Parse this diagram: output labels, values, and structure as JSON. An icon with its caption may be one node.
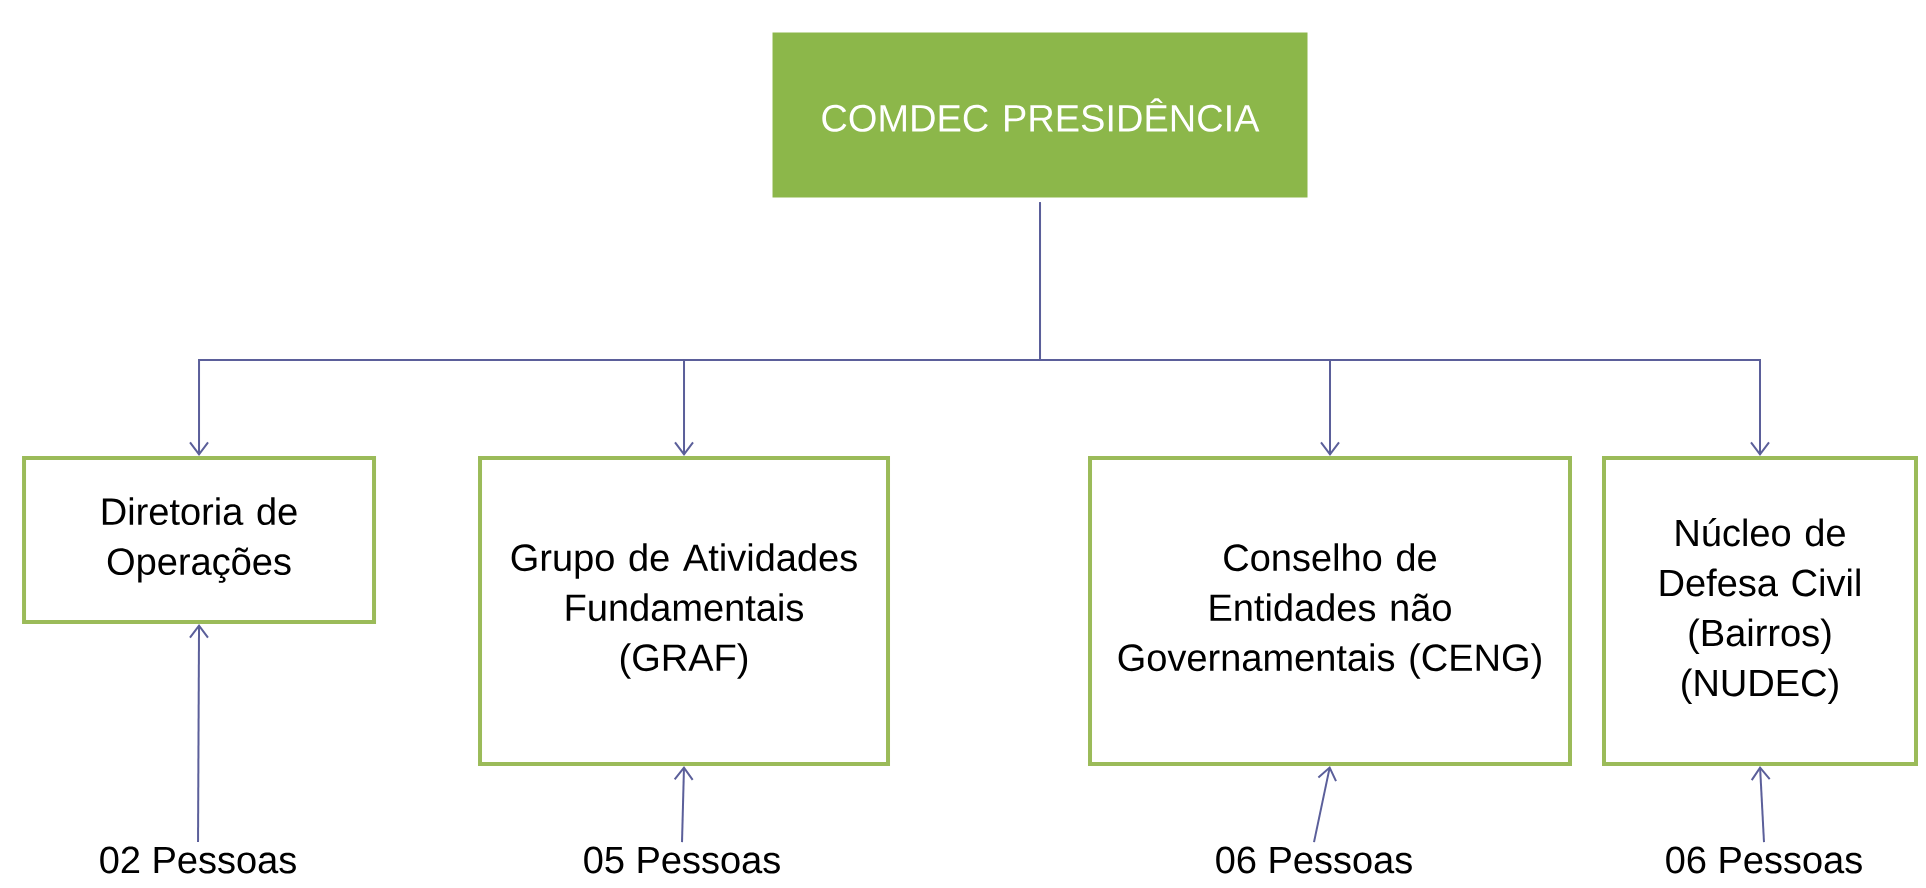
{
  "diagram": {
    "nodes": [
      {
        "text": [
          "COMDEC PRESIDÊNCIA"
        ]
      },
      {
        "text": [
          "Diretoria de Operações"
        ]
      },
      {
        "text": [
          "Grupo de Atividades Fundamentais (GRAF)"
        ]
      },
      {
        "text": [
          "Conselho de Entidades não Governamentais (CENG)"
        ]
      },
      {
        "text": [
          "Núcleo de Defesa Civil (Bairros) (NUDEC)"
        ]
      },
      {
        "text": [
          "02 Pessoas"
        ]
      },
      {
        "text": [
          "05 Pessoas"
        ]
      },
      {
        "text": [
          "06 Pessoas"
        ]
      },
      {
        "text": [
          "06 Pessoas"
        ]
      }
    ],
    "edges": [
      {
        "from": 0,
        "to": 1,
        "arrow": "to"
      },
      {
        "from": 0,
        "to": 2,
        "arrow": "to"
      },
      {
        "from": 0,
        "to": 3,
        "arrow": "to"
      },
      {
        "from": 0,
        "to": 4,
        "arrow": "to"
      },
      {
        "from": 5,
        "to": 1,
        "arrow": "to"
      },
      {
        "from": 6,
        "to": 2,
        "arrow": "to"
      },
      {
        "from": 7,
        "to": 3,
        "arrow": "to"
      },
      {
        "from": 8,
        "to": 4,
        "arrow": "to"
      }
    ]
  }
}
